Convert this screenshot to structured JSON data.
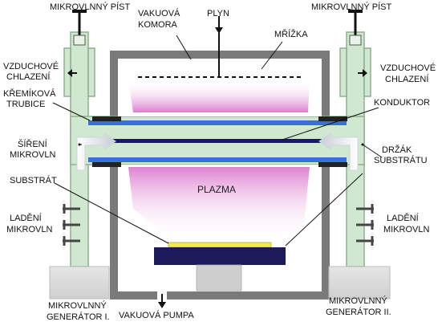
{
  "labels": {
    "piston_left": "MIKROVLNNÝ PÍST",
    "chamber_line1": "VAKUOVÁ",
    "chamber_line2": "KOMORA",
    "gas": "PLYN",
    "grid": "MŘÍŽKA",
    "piston_right": "MIKROVLNNÝ PÍST",
    "cooling_left_1": "VZDUCHOVÉ",
    "cooling_left_2": "CHLAZENÍ",
    "cooling_right_1": "VZDUCHOVÉ",
    "cooling_right_2": "CHLAZENÍ",
    "quartz_1": "KŘEMÍKOVÁ",
    "quartz_2": "TRUBICE",
    "conductor": "KONDUKTOR",
    "spread_1": "ŠÍŘENÍ",
    "spread_2": "MIKROVLN",
    "holder_1": "DRŽÁK",
    "holder_2": "SUBSTRÁTU",
    "substrate": "SUBSTRÁT",
    "plasma": "PLAZMA",
    "tuning_left_1": "LADĚNÍ",
    "tuning_left_2": "MIKROVLN",
    "tuning_right_1": "LADĚNÍ",
    "tuning_right_2": "MIKROVLN",
    "gen1_1": "MIKROVLNNÝ",
    "gen1_2": "GENERÁTOR I.",
    "gen2_1": "MIKROVLNNÝ",
    "gen2_2": "GENERÁTOR II.",
    "pump": "VAKUOVÁ PUMPA"
  },
  "colors": {
    "waveguide": "#cfe8cf",
    "waveguide_edge": "#8fae8f",
    "chamber": "#7a7a7a",
    "tube_blue": "#3a6fd8",
    "conductor": "#1a1a5e",
    "holder": "#1c1a5a",
    "substrate": "#f2ea4a",
    "plasma": "#e080d0",
    "generator": "#dcdcdc"
  }
}
